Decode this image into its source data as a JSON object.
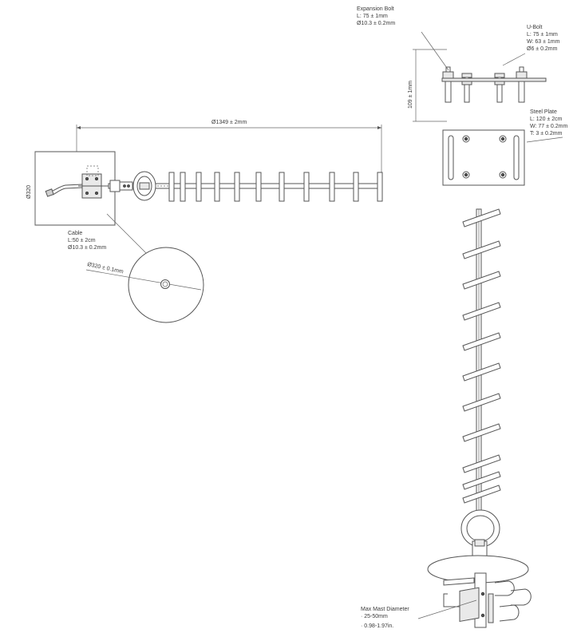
{
  "labels": {
    "expansion_bolt": {
      "title": "Expansion Bolt",
      "line1": "L: 75 ± 1mm",
      "line2": "Ø10.3 ± 0.2mm"
    },
    "u_bolt": {
      "title": "U-Bolt",
      "line1": "L: 75 ± 1mm",
      "line2": "W: 63 ± 1mm",
      "line3": "Ø6 ± 0.2mm"
    },
    "steel_plate": {
      "title": "Steel Plate",
      "line1": "L: 120 ± 2cm",
      "line2": "W: 77 ± 0.2mm",
      "line3": "T: 3 ± 0.2mm"
    },
    "cable": {
      "title": "Cable",
      "line1": "L:50 ± 2cm",
      "line2": "Ø10.3 ± 0.2mm"
    },
    "mast": {
      "title": "Max Mast Diameter",
      "line1": "· 25-50mm",
      "line2": "· 0.98-1.97in."
    }
  },
  "dimensions": {
    "length": "Ø1349 ± 2mm",
    "plate_diameter": "Ø320",
    "disc_diameter": "Ø320 ± 0.1mm",
    "bolt_height": "109 ± 1mm"
  },
  "colors": {
    "line": "#555555",
    "text": "#3a3a3a",
    "plate_fill": "#e9e9e9",
    "background": "#ffffff"
  }
}
